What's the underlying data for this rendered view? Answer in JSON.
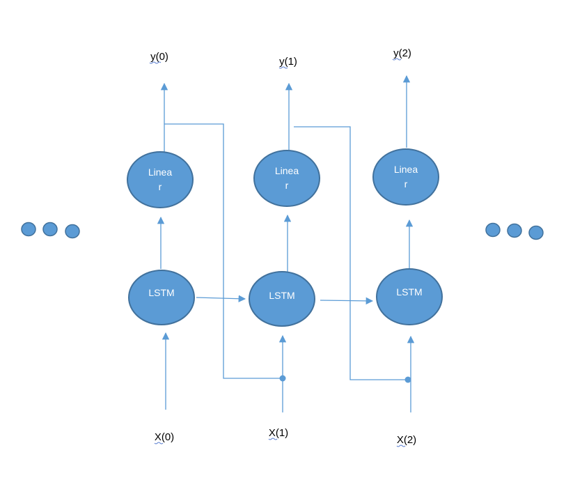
{
  "outputs": [
    "y(0)",
    "y(1)",
    "y(2)"
  ],
  "inputs": [
    "X(0)",
    "X(1)",
    "X(2)"
  ],
  "linear_label_line1": "Linea",
  "linear_label_line2": "r",
  "lstm_label": "LSTM",
  "colors": {
    "node_fill": "#5b9bd5",
    "node_stroke": "#41719c",
    "edge": "#5b9bd5",
    "label_text": "#ffffff",
    "io_text": "#000000"
  }
}
